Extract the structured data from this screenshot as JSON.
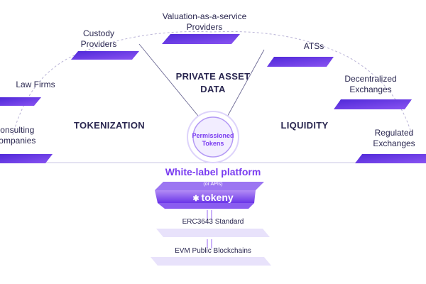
{
  "top_providers": {
    "valuation_line1": "Valuation-as-a-service",
    "valuation_line2": "Providers",
    "custody_line1": "Custody",
    "custody_line2": "Providers",
    "law_firms": "Law Firms",
    "consulting_line1": "Consulting",
    "consulting_line2": "Companies"
  },
  "right_providers": {
    "ats": "ATSs",
    "dex_line1": "Decentralized",
    "dex_line2": "Exchanges",
    "regulated_line1": "Regulated",
    "regulated_line2": "Exchanges"
  },
  "center": {
    "private_asset_line1": "PRIVATE ASSET",
    "private_asset_line2": "DATA",
    "tokenization": "TOKENIZATION",
    "liquidity": "LIQUIDITY",
    "permissioned_line1": "Permissioned",
    "permissioned_line2": "Tokens"
  },
  "platform": {
    "title": "White-label platform",
    "apis": "(or APIs)",
    "brand": "tokeny",
    "standard": "ERC3643 Standard",
    "blockchains": "EVM Public Blockchains"
  },
  "colors": {
    "purple": "#6a35e8",
    "violet_light": "#b49af5",
    "lavender": "#e8e2fb",
    "navy_text": "#2a2750",
    "accent_text": "#7a3cf0"
  }
}
